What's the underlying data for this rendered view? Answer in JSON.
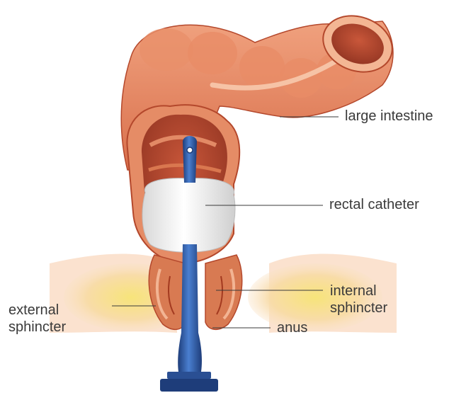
{
  "labels": {
    "large_intestine": "large intestine",
    "rectal_catheter": "rectal catheter",
    "internal_sphincter": [
      "internal",
      "sphincter"
    ],
    "anus": "anus",
    "external_sphincter": [
      "external",
      "sphincter"
    ]
  },
  "colors": {
    "tissue": "#e0805a",
    "tissue_light": "#f2b493",
    "tissue_dark": "#b4482c",
    "skin": "#f6c9a8",
    "fat": "#f3e15e",
    "catheter_blue": "#2f5fa8",
    "catheter_blue_dark": "#1e3d7a",
    "balloon": "#f2f2f2",
    "leader_line": "#3a3a3a"
  }
}
